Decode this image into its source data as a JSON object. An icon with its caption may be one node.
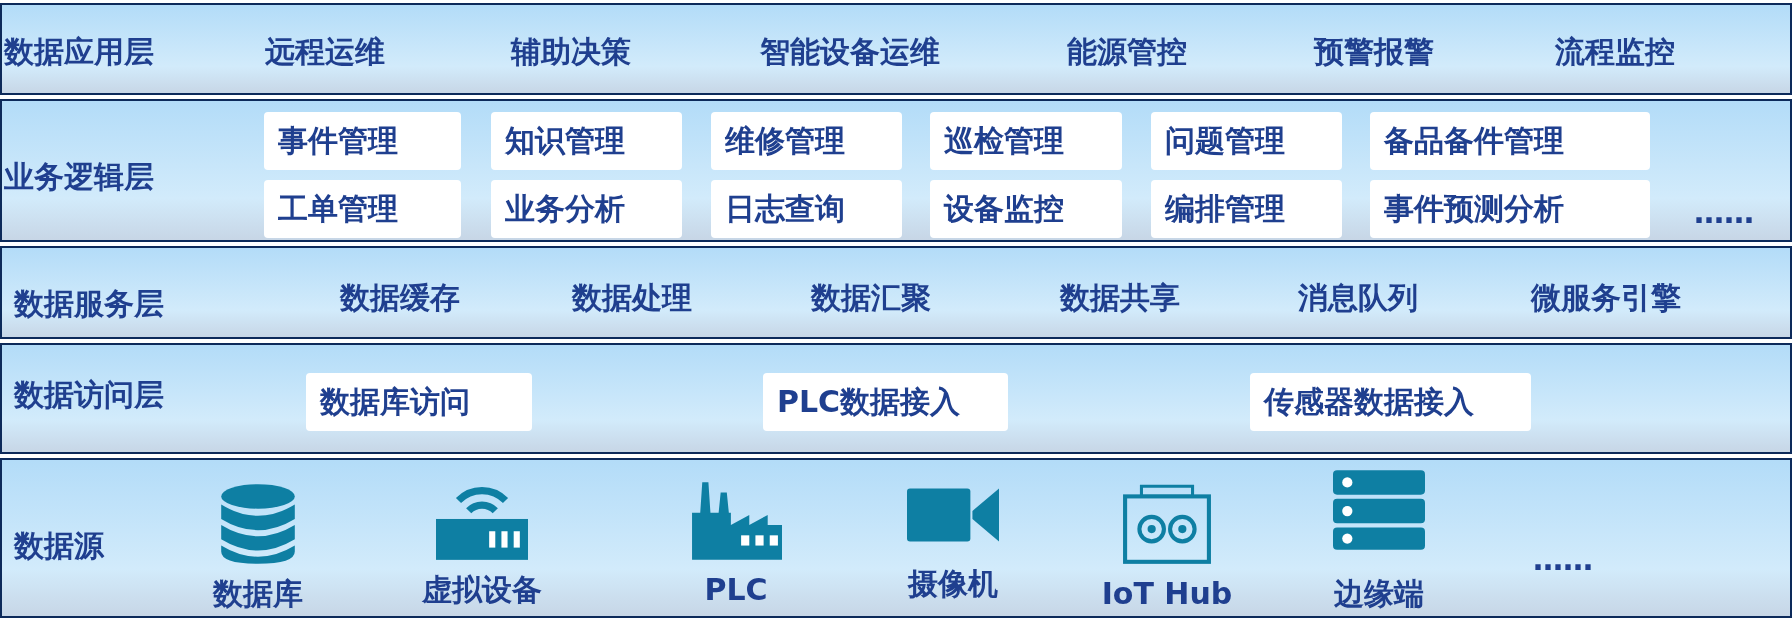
{
  "diagram": {
    "nodes": [
      {
        "text": [
          "数据应用层",
          "远程运维",
          "辅助决策",
          "智能设备运维",
          "能源管控",
          "预警报警",
          "流程监控"
        ]
      },
      {
        "text": [
          "业务逻辑层",
          "……"
        ]
      },
      {
        "text": [
          "事件管理"
        ],
        "in": 1
      },
      {
        "text": [
          "知识管理"
        ],
        "in": 1
      },
      {
        "text": [
          "维修管理"
        ],
        "in": 1
      },
      {
        "text": [
          "巡检管理"
        ],
        "in": 1
      },
      {
        "text": [
          "问题管理"
        ],
        "in": 1
      },
      {
        "text": [
          "备品备件管理"
        ],
        "in": 1
      },
      {
        "text": [
          "工单管理"
        ],
        "in": 1
      },
      {
        "text": [
          "业务分析"
        ],
        "in": 1
      },
      {
        "text": [
          "日志查询"
        ],
        "in": 1
      },
      {
        "text": [
          "设备监控"
        ],
        "in": 1
      },
      {
        "text": [
          "编排管理"
        ],
        "in": 1
      },
      {
        "text": [
          "事件预测分析"
        ],
        "in": 1
      },
      {
        "text": [
          "数据服务层",
          "数据缓存",
          "数据处理",
          "数据汇聚",
          "数据共享",
          "消息队列",
          "微服务引擎"
        ]
      },
      {
        "text": [
          "数据访问层"
        ]
      },
      {
        "text": [
          "数据库访问"
        ],
        "in": 15
      },
      {
        "text": [
          "PLC数据接入"
        ],
        "in": 15
      },
      {
        "text": [
          "传感器数据接入"
        ],
        "in": 15
      },
      {
        "text": [
          "数据源",
          "数据库",
          "虚拟设备",
          "PLC",
          "摄像机",
          "IoT Hub",
          "边缘端",
          "……"
        ]
      }
    ]
  }
}
